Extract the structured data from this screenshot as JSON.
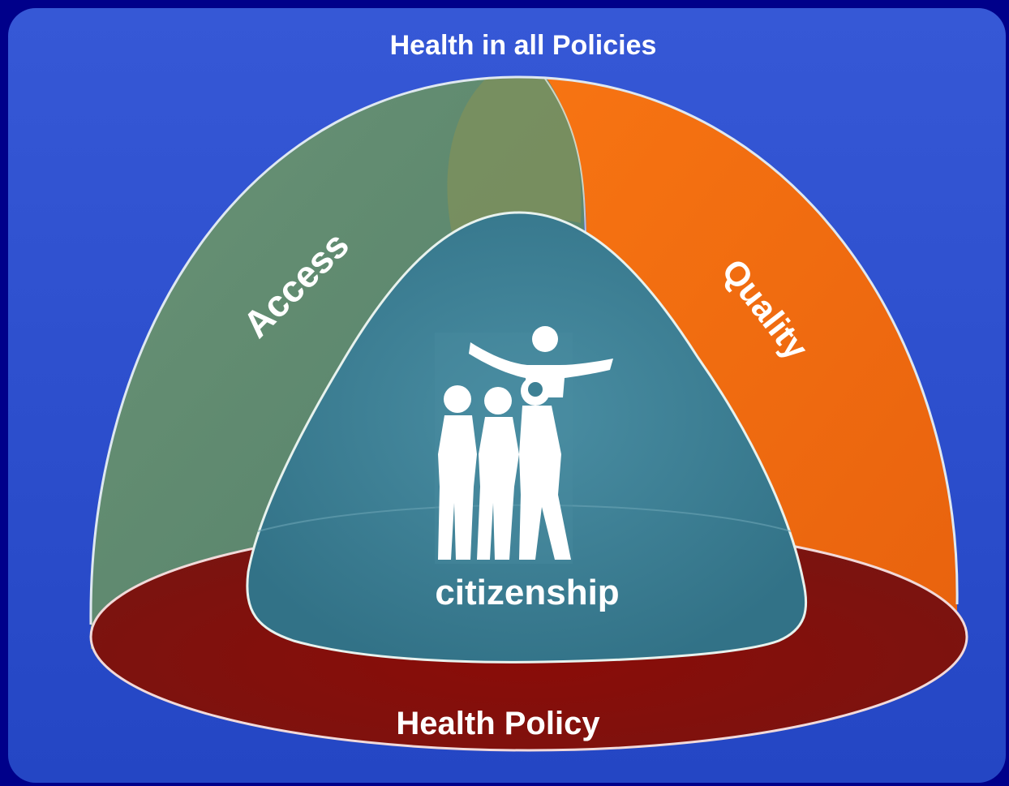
{
  "title": "Health in all Policies",
  "labels": {
    "access": "Access",
    "quality": "Quality",
    "center": "citizenship",
    "base": "Health Policy"
  },
  "icons": {
    "people": "family-people-icon"
  },
  "colors": {
    "background": "#00008a",
    "panel": "#2d4fd0",
    "access": "#5f8a6c",
    "quality": "#f06a10",
    "overlap": "#7a8e5e",
    "center": "#3d8094",
    "base": "#8c0e0a",
    "text": "#ffffff"
  }
}
